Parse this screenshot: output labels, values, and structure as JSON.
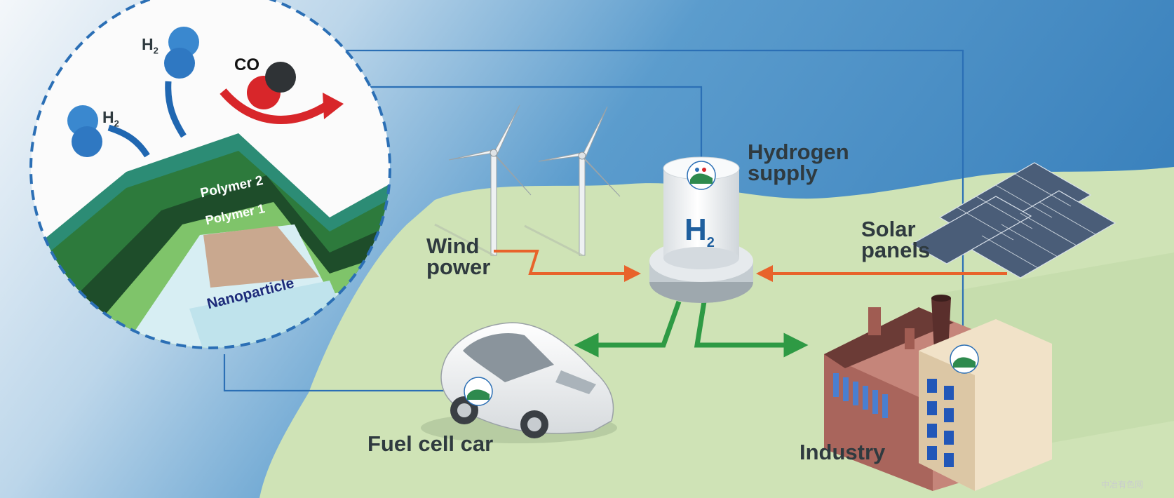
{
  "colors": {
    "sky": "#3e86bf",
    "land": "#cfe3b6",
    "energy_arrow": "#e8632b",
    "hydrogen_arrow": "#2e9a44",
    "connector_line": "#2b6fb5",
    "polymer_outer": "#2c8c75",
    "polymer_mid": "#2d7a3c",
    "polymer_inner": "#7fc46a",
    "nanoparticle": "#c9a88f",
    "co_arrow": "#d8262a",
    "h2_arrow": "#2067b1",
    "label_text": "#2f3a3f"
  },
  "labels": {
    "hydrogen_supply": [
      "Hydrogen",
      "supply"
    ],
    "wind_power": [
      "Wind",
      "power"
    ],
    "solar_panels": [
      "Solar",
      "panels"
    ],
    "fuel_cell_car": "Fuel cell car",
    "industry": "Industry"
  },
  "tank": {
    "h": "H",
    "sub": "2"
  },
  "inset": {
    "h2_left": {
      "h": "H",
      "sub": "2"
    },
    "h2_top": {
      "h": "H",
      "sub": "2"
    },
    "co": "CO",
    "polymer_2": "Polymer 2",
    "polymer_1": "Polymer 1",
    "nanoparticle": "Nanoparticle"
  },
  "watermark": "中冶有色网"
}
